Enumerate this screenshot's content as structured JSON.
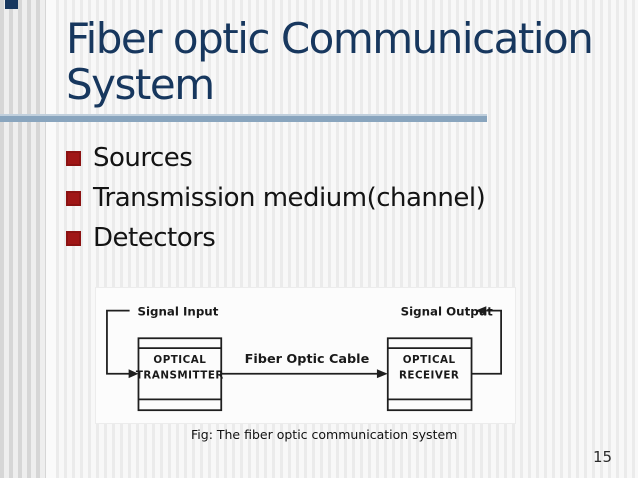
{
  "slide": {
    "title_line1": "Fiber optic Communication",
    "title_line2": "System",
    "bullets": [
      {
        "label": "Sources"
      },
      {
        "label": "Transmission medium(channel)"
      },
      {
        "label": "Detectors"
      }
    ],
    "caption": "Fig: The fiber optic communication system",
    "page_number": "15"
  },
  "diagram": {
    "signal_input_label": "Signal Input",
    "signal_output_label": "Signal Output",
    "transmitter_line1": "OPTICAL",
    "transmitter_line2": "TRANSMITTER",
    "receiver_line1": "OPTICAL",
    "receiver_line2": "RECEIVER",
    "cable_label": "Fiber Optic Cable"
  },
  "colors": {
    "title_navy": "#17375e",
    "bullet_red": "#a01616",
    "divider_blue": "#89a5be",
    "stripe_dark": "#d6d6d6",
    "stripe_light": "#f8f8f8",
    "diagram_ink": "#1f1f1f"
  }
}
